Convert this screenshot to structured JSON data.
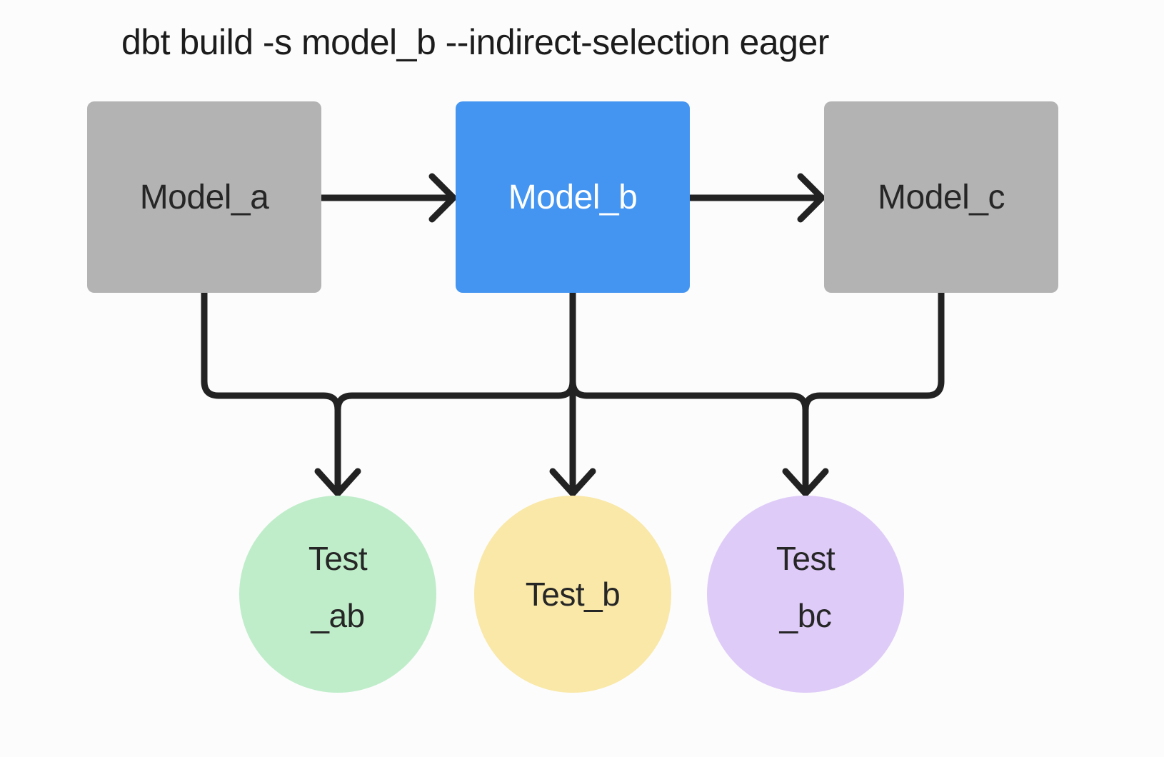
{
  "title": "dbt build -s model_b --indirect-selection eager",
  "colors": {
    "background": "#FCFCFC",
    "node_gray": "#B3B3B3",
    "node_blue": "#4495F1",
    "node_text_dark": "#262626",
    "node_text_light": "#FFFFFF",
    "test_green": "#BFEDCA",
    "test_yellow": "#F9E8A8",
    "test_purple": "#DECBF7",
    "line": "#222222",
    "title_text": "#1C1C1C"
  },
  "nodes": {
    "model_a": {
      "label": "Model_a",
      "type": "model",
      "state": "default"
    },
    "model_b": {
      "label": "Model_b",
      "type": "model",
      "state": "selected"
    },
    "model_c": {
      "label": "Model_c",
      "type": "model",
      "state": "default"
    },
    "test_ab": {
      "label_line1": "Test",
      "label_line2": "_ab",
      "type": "test"
    },
    "test_b": {
      "label": "Test_b",
      "type": "test"
    },
    "test_bc": {
      "label_line1": "Test",
      "label_line2": "_bc",
      "type": "test"
    }
  },
  "edges": [
    {
      "from": "model_a",
      "to": "model_b"
    },
    {
      "from": "model_b",
      "to": "model_c"
    },
    {
      "from": "model_a",
      "to": "test_ab"
    },
    {
      "from": "model_b",
      "to": "test_ab"
    },
    {
      "from": "model_b",
      "to": "test_b"
    },
    {
      "from": "model_b",
      "to": "test_bc"
    },
    {
      "from": "model_c",
      "to": "test_bc"
    }
  ]
}
